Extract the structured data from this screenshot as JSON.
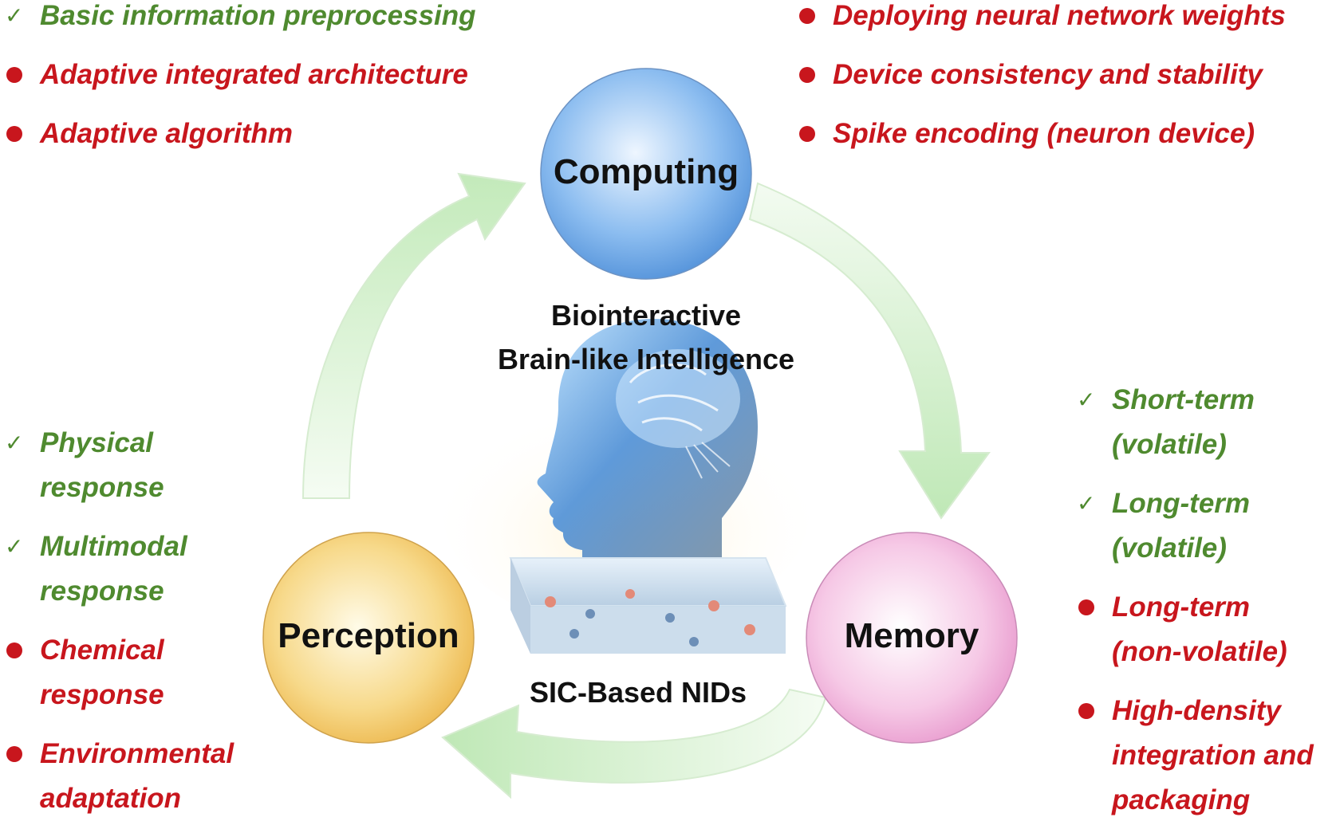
{
  "nodes": {
    "computing": "Computing",
    "memory": "Memory",
    "perception": "Perception"
  },
  "center": {
    "line1": "Biointeractive",
    "line2": "Brain-like Intelligence",
    "device": "SIC-Based NIDs"
  },
  "computing_items": [
    {
      "status": "done",
      "text": "Basic information preprocessing"
    },
    {
      "status": "challenge",
      "text": "Adaptive integrated architecture"
    },
    {
      "status": "challenge",
      "text": "Adaptive algorithm"
    }
  ],
  "computing_challenges": [
    {
      "status": "challenge",
      "text": "Deploying neural network weights"
    },
    {
      "status": "challenge",
      "text": "Device consistency and stability"
    },
    {
      "status": "challenge",
      "text": "Spike encoding (neuron device)"
    }
  ],
  "perception_items": [
    {
      "status": "done",
      "line1": "Physical",
      "line2": "response"
    },
    {
      "status": "done",
      "line1": "Multimodal",
      "line2": "response"
    },
    {
      "status": "challenge",
      "line1": "Chemical",
      "line2": "response"
    },
    {
      "status": "challenge",
      "line1": "Environmental",
      "line2": "adaptation"
    }
  ],
  "memory_items": [
    {
      "status": "done",
      "lines": [
        "Short-term",
        "(volatile)"
      ]
    },
    {
      "status": "done",
      "lines": [
        "Long-term",
        "(volatile)"
      ]
    },
    {
      "status": "challenge",
      "lines": [
        "Long-term",
        "(non-volatile)"
      ]
    },
    {
      "status": "challenge",
      "lines": [
        "High-density",
        "integration and",
        "packaging"
      ]
    }
  ],
  "colors": {
    "done_text": "#4f8a2f",
    "challenge_text": "#c8161d",
    "computing_fill": "#6aa6e8",
    "memory_fill": "#f0a6d6",
    "perception_fill": "#f2c25a",
    "arrow_fill": "#cdeec6"
  }
}
